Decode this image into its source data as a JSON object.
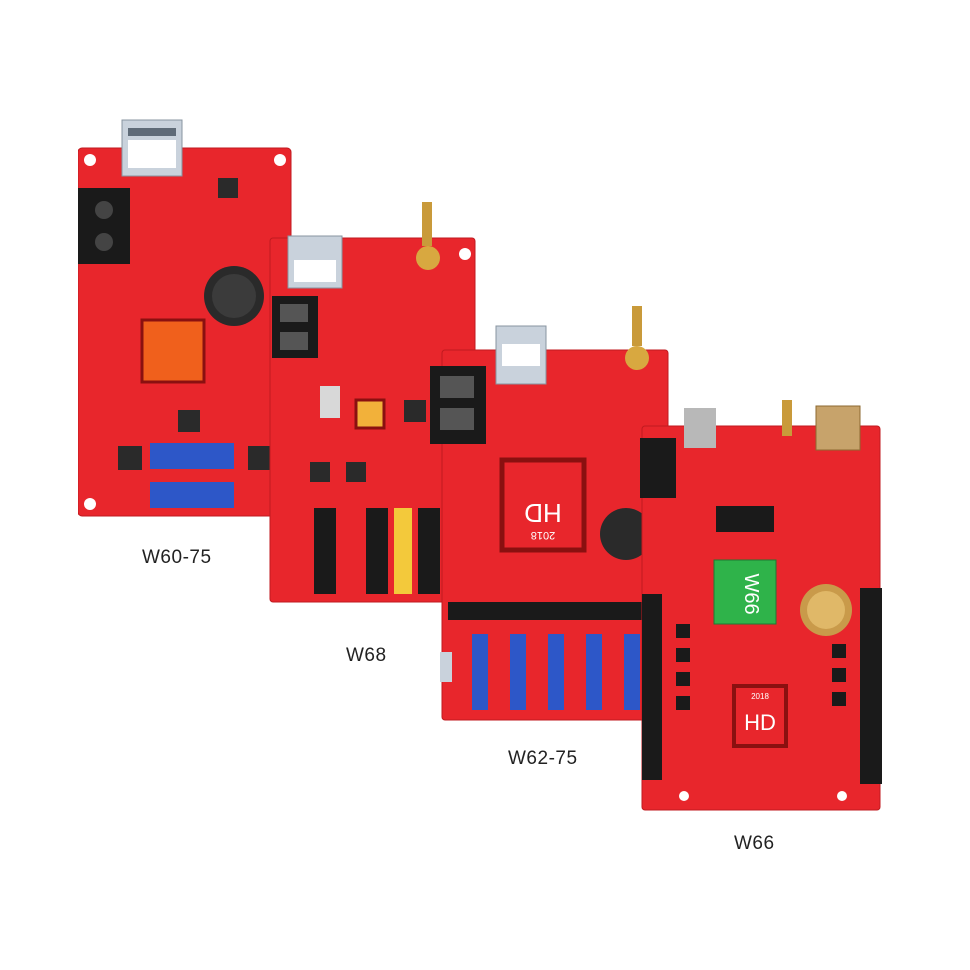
{
  "boards": [
    {
      "model": "W60-75",
      "chip_text": ""
    },
    {
      "model": "W68",
      "chip_text": ""
    },
    {
      "model": "W62-75",
      "chip_text": "HD",
      "chip_subtext": "2018"
    },
    {
      "model": "W66",
      "chip_text": "HD",
      "chip_subtext": "2018",
      "module_text": "W66"
    }
  ],
  "colors": {
    "pcb": "#e8262c",
    "pcb_dark": "#b81418",
    "connector_blue": "#2d57c8",
    "header_black": "#1a1a1a",
    "module_green": "#2fb34a"
  }
}
